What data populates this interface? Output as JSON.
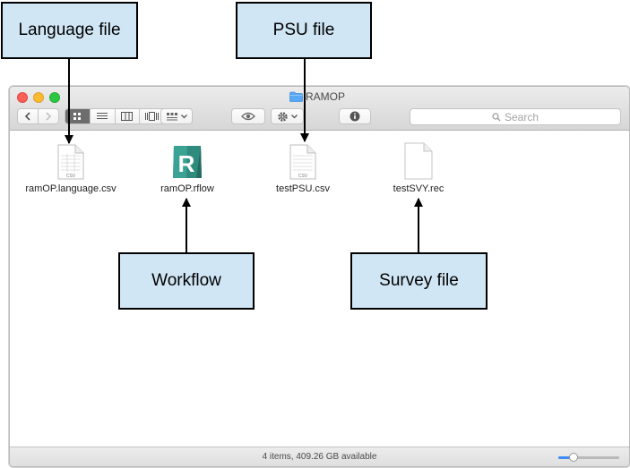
{
  "window": {
    "title": "RAMOP",
    "title_icon": "folder-icon"
  },
  "toolbar": {
    "back_icon": "chevron-left-icon",
    "forward_icon": "chevron-right-icon",
    "view_modes": [
      {
        "icon": "icon-view-icon",
        "active": true
      },
      {
        "icon": "list-view-icon",
        "active": false
      },
      {
        "icon": "column-view-icon",
        "active": false
      },
      {
        "icon": "cover-flow-icon",
        "active": false
      }
    ],
    "arrange_icon": "arrange-grid-icon",
    "quicklook_icon": "eye-icon",
    "action_icon": "gear-icon",
    "info_icon": "info-icon",
    "search": {
      "placeholder": "Search",
      "value": ""
    }
  },
  "files": [
    {
      "name": "ramOP.language.csv",
      "icon": "csv-file-icon",
      "badge": "CSV"
    },
    {
      "name": "ramOP.rflow",
      "icon": "r-workflow-icon",
      "badge": "R"
    },
    {
      "name": "testPSU.csv",
      "icon": "csv-file-icon",
      "badge": "CSV"
    },
    {
      "name": "testSVY.rec",
      "icon": "blank-file-icon",
      "badge": ""
    }
  ],
  "status": {
    "text": "4 items, 409.26 GB available",
    "zoom_level": 0.2
  },
  "callouts": {
    "language": "Language file",
    "psu": "PSU file",
    "workflow": "Workflow",
    "survey": "Survey file"
  },
  "colors": {
    "callout_fill": "#d0e6f5",
    "accent": "#3d8bfd",
    "r_icon": "#2e8b7e"
  }
}
